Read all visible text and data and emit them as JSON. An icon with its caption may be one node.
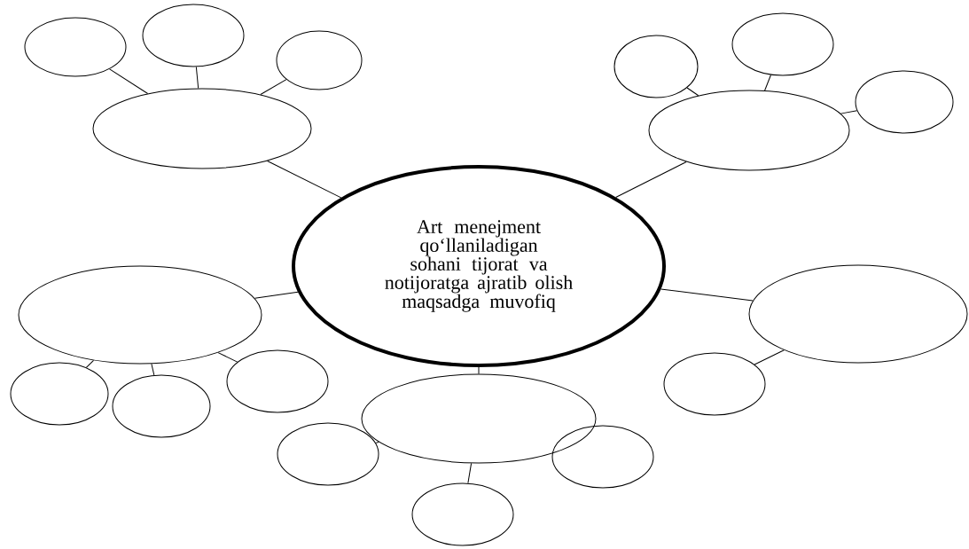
{
  "diagram": {
    "nodes": [
      {
        "text": [
          "Art menejment qo‘llaniladigan sohani tijorat va notijoratga ajratib olish maqsadga muvofiq"
        ]
      },
      {
        "text": [],
        "shape": "ellipse"
      },
      {
        "text": [],
        "shape": "ellipse"
      },
      {
        "text": [],
        "shape": "ellipse"
      },
      {
        "text": [],
        "shape": "ellipse"
      },
      {
        "text": [],
        "shape": "ellipse"
      },
      {
        "text": [],
        "shape": "ellipse"
      },
      {
        "text": [],
        "shape": "ellipse"
      },
      {
        "text": [],
        "shape": "ellipse"
      },
      {
        "text": [],
        "shape": "ellipse"
      },
      {
        "text": [],
        "shape": "ellipse"
      },
      {
        "text": [],
        "shape": "ellipse"
      },
      {
        "text": [],
        "shape": "ellipse"
      },
      {
        "text": [],
        "shape": "ellipse"
      },
      {
        "text": [],
        "shape": "ellipse"
      },
      {
        "text": [],
        "shape": "ellipse"
      },
      {
        "text": [],
        "shape": "ellipse"
      },
      {
        "text": [],
        "shape": "ellipse"
      },
      {
        "text": [],
        "shape": "ellipse"
      }
    ],
    "edges": [
      {
        "from": 0,
        "to": 1,
        "arrow": "none"
      },
      {
        "from": 0,
        "to": 5,
        "arrow": "none"
      },
      {
        "from": 0,
        "to": 9,
        "arrow": "none"
      },
      {
        "from": 0,
        "to": 13,
        "arrow": "none"
      },
      {
        "from": 0,
        "to": 15,
        "arrow": "none"
      },
      {
        "from": 1,
        "to": 2,
        "arrow": "none"
      },
      {
        "from": 1,
        "to": 3,
        "arrow": "none"
      },
      {
        "from": 1,
        "to": 4,
        "arrow": "none"
      },
      {
        "from": 5,
        "to": 6,
        "arrow": "none"
      },
      {
        "from": 5,
        "to": 7,
        "arrow": "none"
      },
      {
        "from": 5,
        "to": 8,
        "arrow": "none"
      },
      {
        "from": 9,
        "to": 10,
        "arrow": "none"
      },
      {
        "from": 9,
        "to": 11,
        "arrow": "none"
      },
      {
        "from": 9,
        "to": 12,
        "arrow": "none"
      },
      {
        "from": 13,
        "to": 14,
        "arrow": "none"
      },
      {
        "from": 15,
        "to": 16,
        "arrow": "none"
      },
      {
        "from": 15,
        "to": 17,
        "arrow": "none"
      }
    ]
  }
}
